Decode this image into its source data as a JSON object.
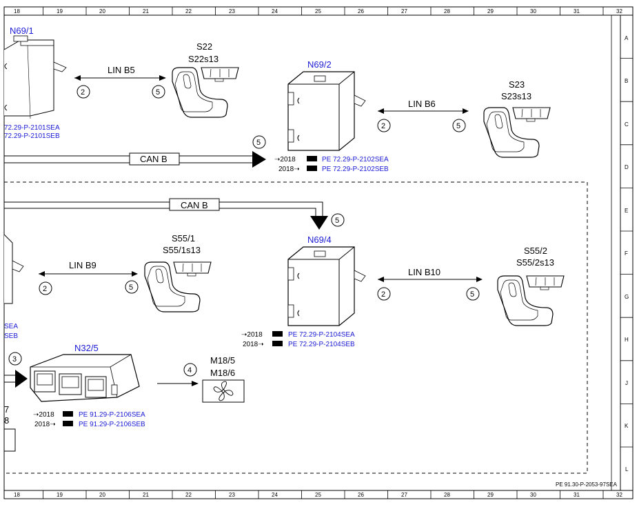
{
  "columns": [
    "18",
    "19",
    "20",
    "21",
    "22",
    "23",
    "24",
    "25",
    "26",
    "27",
    "28",
    "29",
    "30",
    "31",
    "32"
  ],
  "rows": [
    "A",
    "B",
    "C",
    "D",
    "E",
    "F",
    "G",
    "H",
    "J",
    "K",
    "L"
  ],
  "footer_ref": "PE 91.30-P-2053-97SEA",
  "components": {
    "n69_1": "N69/1",
    "n69_2": "N69/2",
    "n69_4": "N69/4",
    "n32_5": "N32/5",
    "s22": "S22",
    "s22s13": "S22s13",
    "s23": "S23",
    "s23s13": "S23s13",
    "s55_1": "S55/1",
    "s55_1s13": "S55/1s13",
    "s55_2": "S55/2",
    "s55_2s13": "S55/2s13",
    "m18_5": "M18/5",
    "m18_6": "M18/6",
    "partial_7": "7",
    "partial_8": "8"
  },
  "buses": {
    "lin_b5": "LIN B5",
    "lin_b6": "LIN B6",
    "lin_b9": "LIN B9",
    "lin_b10": "LIN B10",
    "can_b_top": "CAN B",
    "can_b_mid": "CAN B"
  },
  "refs": {
    "n69_1_a": "72.29-P-2101SEA",
    "n69_1_b": "72.29-P-2101SEB",
    "n69_2_a": "PE 72.29-P-2102SEA",
    "n69_2_b": "PE 72.29-P-2102SEB",
    "n69_4_a": "PE 72.29-P-2104SEA",
    "n69_4_b": "PE 72.29-P-2104SEB",
    "n32_5_a": "PE 91.29-P-2106SEA",
    "n32_5_b": "PE 91.29-P-2106SEB",
    "left_a": "SEA",
    "left_b": "SEB"
  },
  "year": "2018",
  "circles": {
    "two": "2",
    "three": "3",
    "four": "4",
    "five": "5"
  },
  "colors": {
    "component_label": "#1a1ad6",
    "line": "#000000"
  }
}
